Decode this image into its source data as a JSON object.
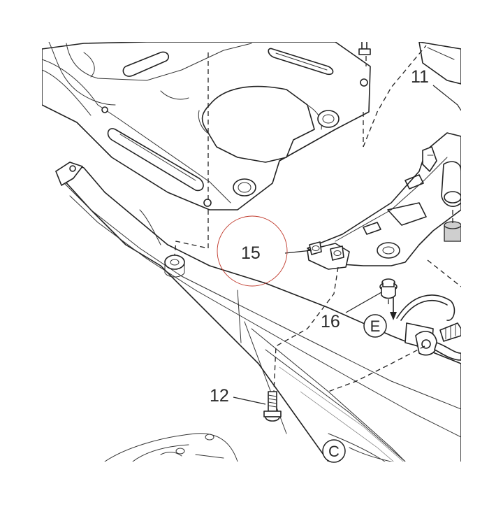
{
  "callouts": {
    "c11": "11",
    "c15": "15",
    "c16": "16",
    "c12": "12"
  },
  "detail_refs": {
    "E": "E",
    "C": "C"
  },
  "colors": {
    "line": "#222222",
    "highlight_circle": "#c0392b",
    "shade": "#cfcfcf"
  }
}
